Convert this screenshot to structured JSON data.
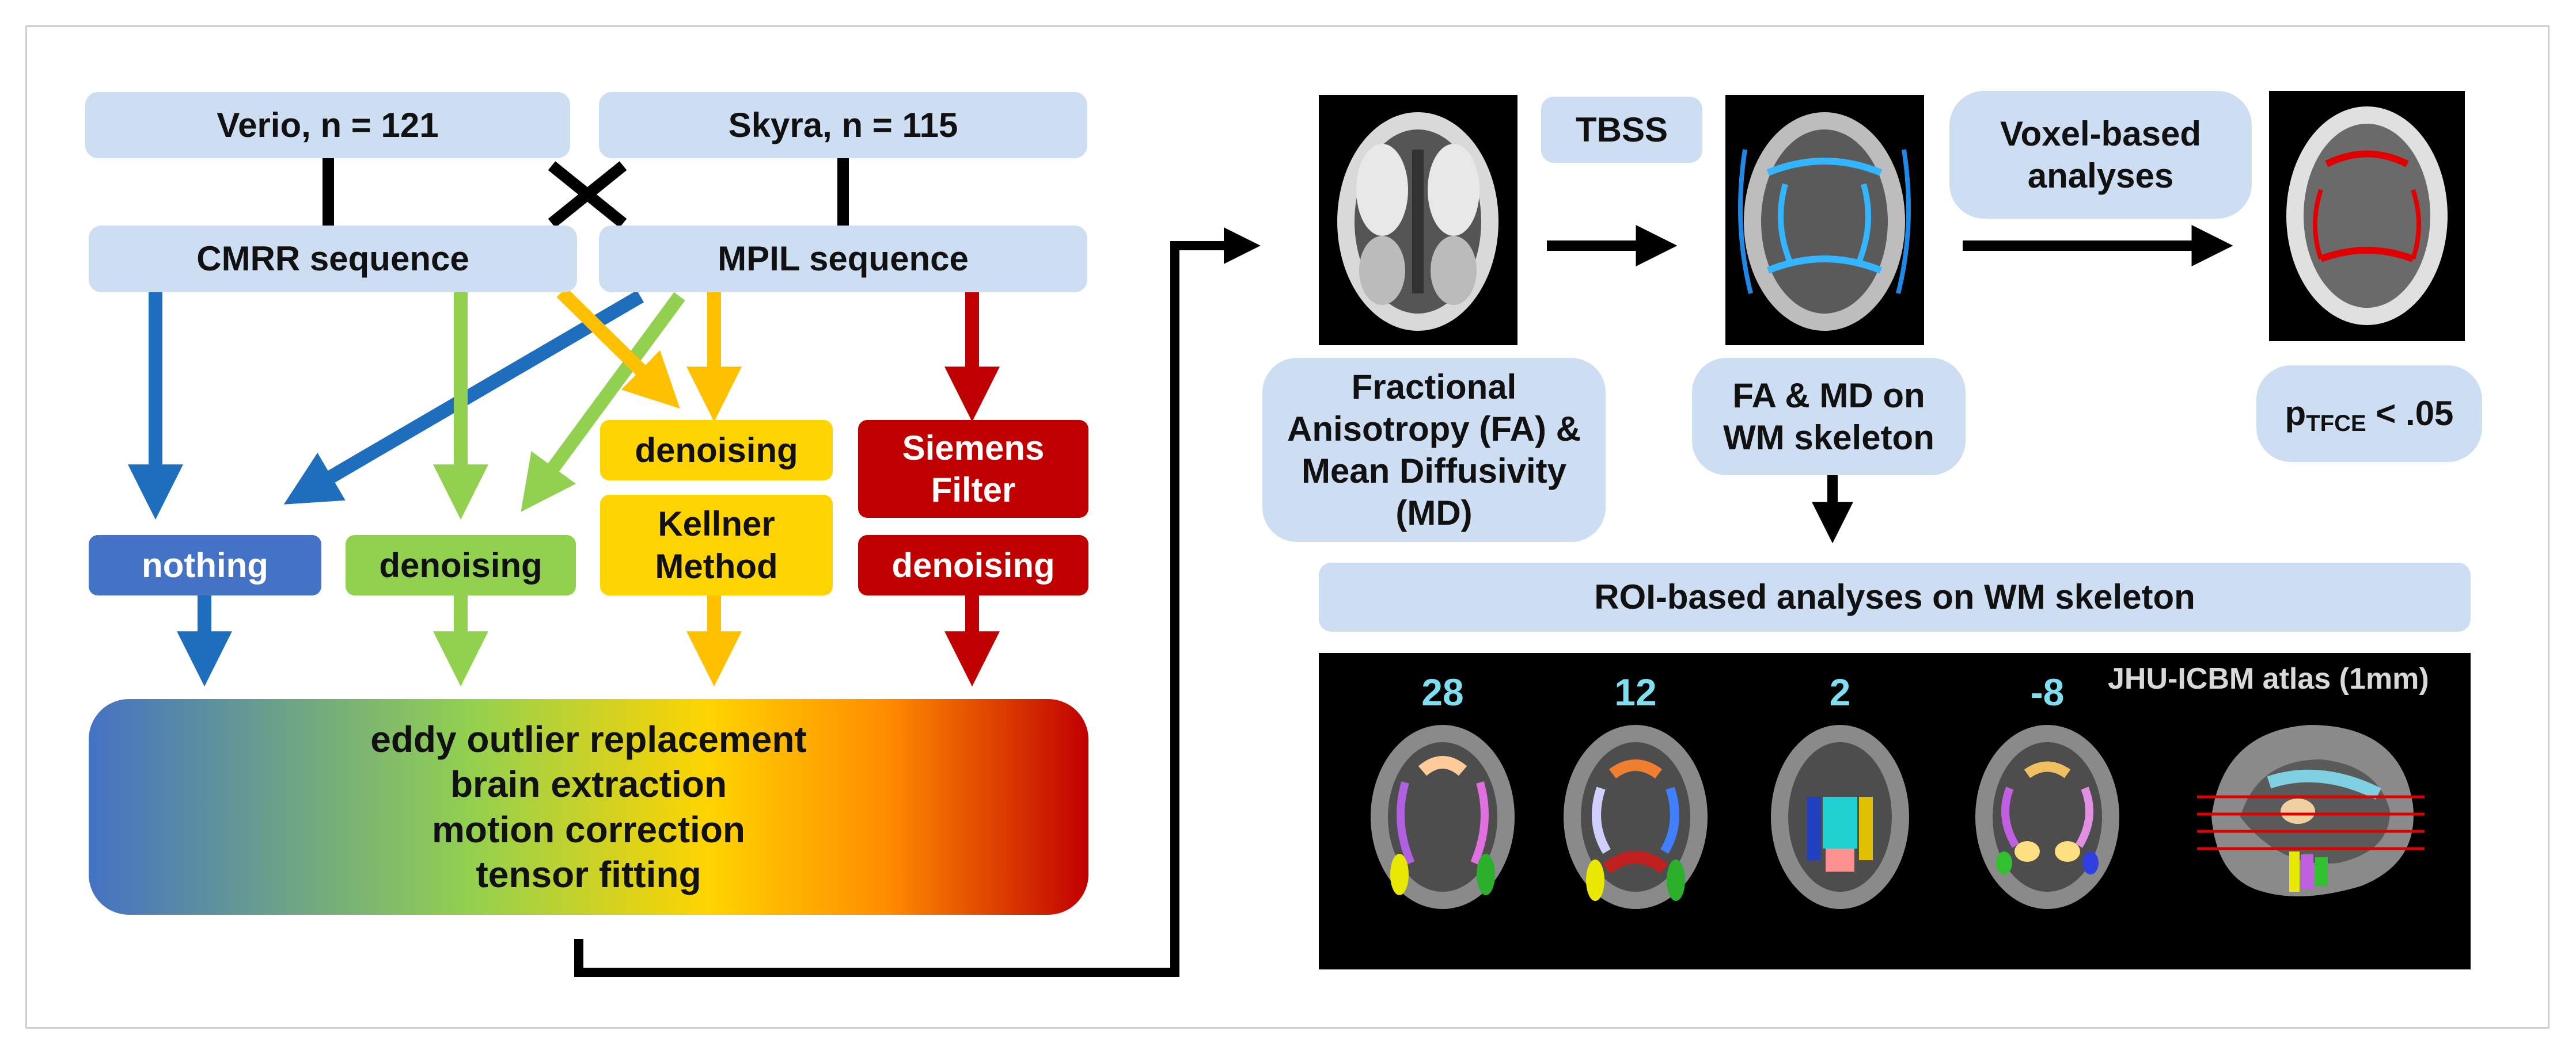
{
  "scanners": {
    "verio": "Verio, n = 121",
    "skyra": "Skyra, n = 115"
  },
  "sequences": {
    "cmrr": "CMRR sequence",
    "mpil": "MPIL sequence"
  },
  "methods": {
    "nothing": "nothing",
    "denoising_green": "denoising",
    "denoising_yellow": "denoising",
    "kellner": "Kellner Method",
    "siemens": "Siemens Filter",
    "denoising_red": "denoising"
  },
  "pipeline_steps": [
    "eddy outlier replacement",
    "brain extraction",
    "motion correction",
    "tensor fitting"
  ],
  "analysis": {
    "tbss": "TBSS",
    "voxel": "Voxel-based analyses",
    "fa_md": "Fractional Anisotropy (FA) & Mean Diffusivity (MD)",
    "skeleton": "FA & MD on WM skeleton",
    "p_main": "p",
    "p_sub": "TFCE",
    "p_rest": " < .05",
    "roi": "ROI-based analyses on WM skeleton"
  },
  "atlas": {
    "title": "JHU-ICBM atlas (1mm)",
    "slices": [
      "28",
      "12",
      "2",
      "-8"
    ]
  },
  "colors": {
    "blue": "#4472c4",
    "green": "#92d050",
    "yellow": "#ffd400",
    "red": "#c00000",
    "box_light": "#cdddf2",
    "arrow_black": "#000000"
  }
}
